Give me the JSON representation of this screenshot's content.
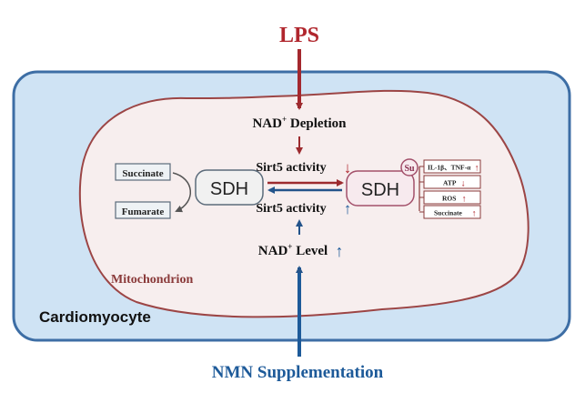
{
  "stimulus": {
    "label": "LPS",
    "color": "#b0262d"
  },
  "treatment": {
    "label": "NMN Supplementation",
    "color": "#1d5a99"
  },
  "cell": {
    "label": "Cardiomyocyte",
    "fill": "#cfe3f4",
    "border": "#3d6ea5"
  },
  "organelle": {
    "label": "Mitochondrion",
    "fill": "#f7eeee",
    "border": "#9c4545",
    "label_color": "#8a3a3a"
  },
  "nad_depletion": {
    "label": "NAD",
    "sup": "+",
    "suffix": "Depletion"
  },
  "sirt5_down": {
    "label": "Sirt5 activity",
    "arrow": "↓"
  },
  "sirt5_up": {
    "label": "Sirt5 activity",
    "arrow": "↑"
  },
  "nad_level": {
    "label": "NAD",
    "sup": "+",
    "suffix": "Level",
    "arrow": "↑"
  },
  "sdh_left": {
    "label": "SDH"
  },
  "sdh_right": {
    "label": "SDH",
    "badge": "Su"
  },
  "substrates": {
    "succinate": "Succinate",
    "fumarate": "Fumarate"
  },
  "outcomes": [
    {
      "label": "IL-1β、TNF-α",
      "arrow": "↑",
      "color": "#b0262d"
    },
    {
      "label": "ATP",
      "arrow": "↓",
      "color": "#b0262d"
    },
    {
      "label": "ROS",
      "arrow": "↑",
      "color": "#b0262d"
    },
    {
      "label": "Succinate",
      "arrow": "↑",
      "color": "#b0262d"
    }
  ]
}
